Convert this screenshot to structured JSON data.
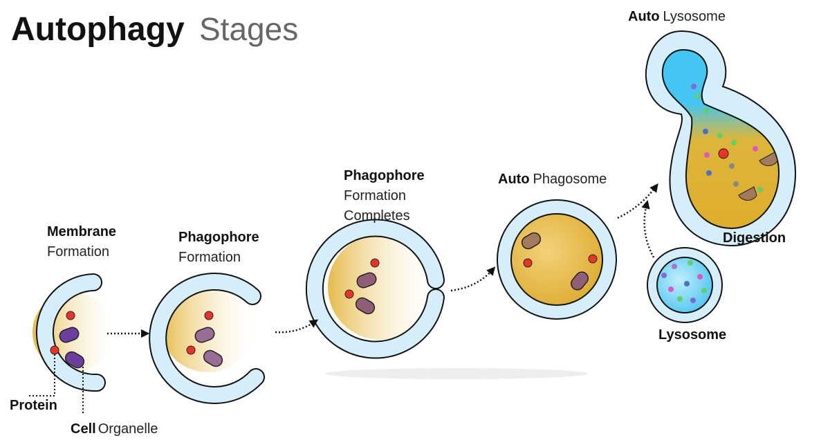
{
  "title": {
    "bold": "Autophagy",
    "light": "Stages"
  },
  "stages": [
    {
      "bold": "Membrane",
      "rest": [
        "Formation"
      ]
    },
    {
      "bold": "Phagophore",
      "rest": [
        "Formation"
      ]
    },
    {
      "bold": "Phagophore",
      "rest": [
        "Formation",
        "Completes"
      ]
    },
    {
      "bold": "Auto",
      "rest": [
        "Phagosome"
      ]
    },
    {
      "bold": "Auto",
      "rest": [
        "Lysosome"
      ]
    }
  ],
  "labels": {
    "digestion": "Digestion",
    "lysosome": "Lysosome",
    "protein": "Protein",
    "cell_bold": "Cell",
    "cell_rest": "Organelle"
  },
  "colors": {
    "membrane": "#d6eef9",
    "cytoplasm": "#e3b53a",
    "lysosome": "#4cc8f2",
    "protein": "#e8342a",
    "organelle": "#6a3fa0"
  }
}
